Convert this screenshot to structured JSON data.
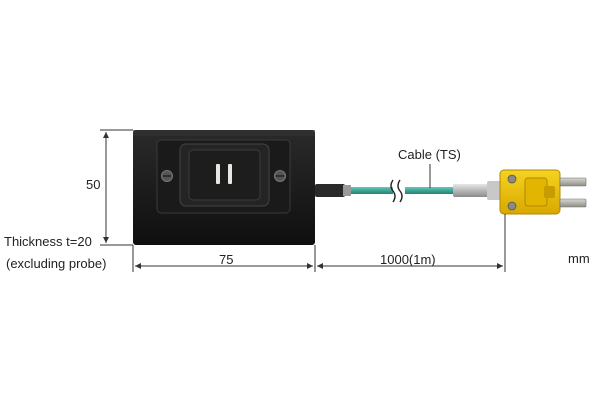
{
  "diagram": {
    "labels": {
      "height": "50",
      "thickness": "Thickness t=20",
      "excluding": "(excluding probe)",
      "width": "75",
      "cable_length": "1000(1m)",
      "cable": "Cable (TS)",
      "unit": "mm"
    },
    "colors": {
      "body": "#1c1c1c",
      "cable": "#3ea596",
      "connector": "#e8c000",
      "pins": "#b8b8b0",
      "dimension_line": "#333333"
    },
    "icons": [
      "connector-pin-icon",
      "cable-break-icon",
      "screw-icon"
    ]
  }
}
